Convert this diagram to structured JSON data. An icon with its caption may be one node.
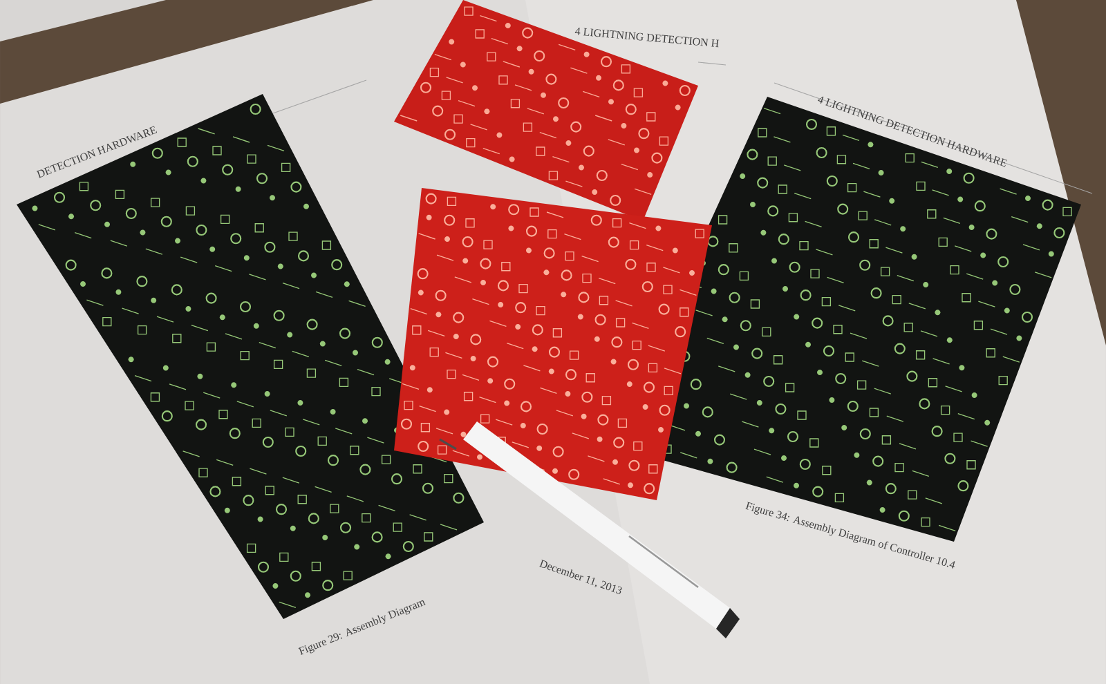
{
  "diagram": {
    "labels": [
      "DETECTION HARDWARE",
      "4 LIGHTNING DETECTION H",
      "4 LIGHTNING DETECTION HARDWARE",
      "Figure 29: Assembly Diagram",
      "December 11, 2013",
      "Figure 34: Assembly Diagram of Controller 10.4"
    ]
  }
}
